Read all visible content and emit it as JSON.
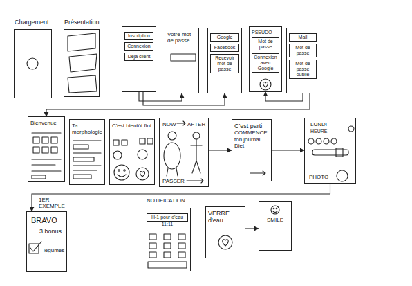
{
  "diagram": {
    "nodes": [
      {
        "text": [
          "Chargement"
        ]
      },
      {
        "text": [
          "Présentation"
        ]
      },
      {
        "text": []
      },
      {
        "text": [
          "Inscription"
        ],
        "in": 2
      },
      {
        "text": [
          "Connexion"
        ],
        "in": 2
      },
      {
        "text": [
          "Déjà client"
        ],
        "in": 2
      },
      {
        "text": [
          "Votre mot de passe"
        ]
      },
      {
        "text": []
      },
      {
        "text": [
          "Google"
        ],
        "in": 7
      },
      {
        "text": [
          "Facebook"
        ],
        "in": 7
      },
      {
        "text": [
          "Recevoir mot de passe"
        ],
        "in": 7
      },
      {
        "text": [
          "PSEUDO"
        ]
      },
      {
        "text": [
          "Mot de passe"
        ],
        "in": 11
      },
      {
        "text": [
          "Connexion avec Google"
        ],
        "in": 11
      },
      {
        "text": []
      },
      {
        "text": [
          "Mail"
        ],
        "in": 14
      },
      {
        "text": [
          "Mot de passe"
        ],
        "in": 14
      },
      {
        "text": [
          "Mot de passe oublié"
        ],
        "in": 14
      },
      {
        "text": [
          "Bienvenue"
        ]
      },
      {
        "text": [
          "Ta morphologie"
        ]
      },
      {
        "text": [
          "C'est bientôt fini"
        ]
      },
      {
        "text": [
          "NOW",
          "AFTER",
          "PASSER"
        ]
      },
      {
        "text": [
          "C'est parti",
          "COMMENCE ton journal Diet"
        ]
      },
      {
        "text": [
          "LUNDI",
          "HEURE",
          "PHOTO"
        ]
      },
      {
        "text": [
          "BRAVO",
          "3 bonus",
          "légumes"
        ]
      },
      {
        "text": [
          "11:11"
        ]
      },
      {
        "text": [
          "H-1 pour d'eau"
        ],
        "in": 25
      },
      {
        "text": [
          "VERRE d'eau"
        ]
      },
      {
        "text": [
          "SMILE"
        ]
      }
    ],
    "edges": [
      {
        "from": 2,
        "to": 6,
        "arrow": "to"
      },
      {
        "from": 2,
        "to": 7,
        "arrow": "to"
      },
      {
        "from": 14,
        "to": 11,
        "arrow": "to"
      },
      {
        "from": 14,
        "to": 18,
        "arrow": "to"
      },
      {
        "from": 21,
        "to": 22,
        "arrow": "to"
      },
      {
        "from": 22,
        "to": 23,
        "arrow": "to"
      },
      {
        "from": 23,
        "to": 24,
        "arrow": "to"
      },
      {
        "from": 27,
        "to": 28,
        "arrow": "to"
      }
    ],
    "labels": [
      "1ER EXEMPLE",
      "NOTIFICATION"
    ]
  }
}
